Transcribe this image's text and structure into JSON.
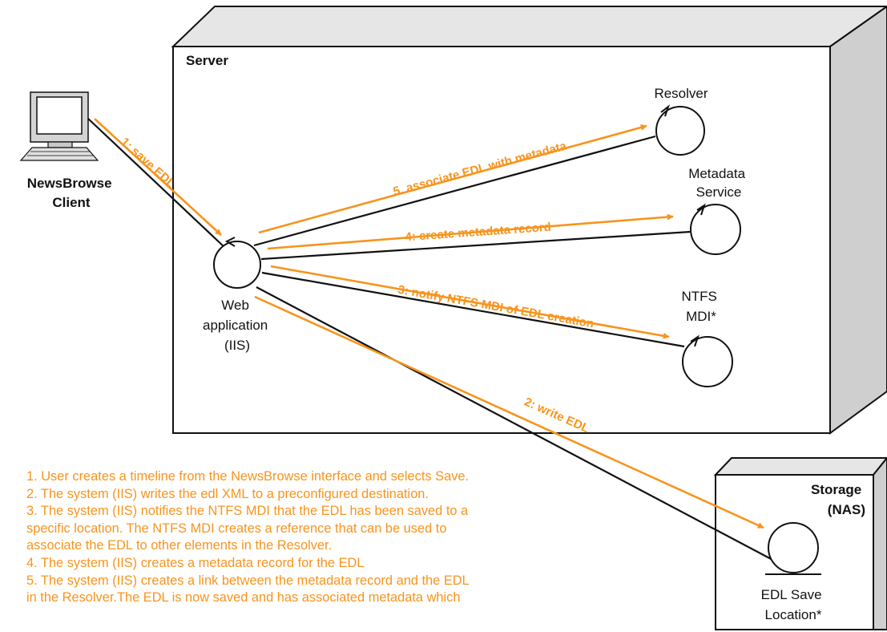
{
  "colors": {
    "accent": "#f7941d",
    "box_front": "#ffffff",
    "box_side": "#cfcfcf",
    "box_top": "#e6e6e6",
    "line": "#111111"
  },
  "containers": {
    "server": "Server",
    "storage": [
      "Storage",
      "(NAS)"
    ]
  },
  "nodes": {
    "client": [
      "NewsBrowse",
      "Client"
    ],
    "web_app": [
      "Web",
      "application",
      "(IIS)"
    ],
    "resolver": [
      "Resolver"
    ],
    "metadata_service": [
      "Metadata",
      "Service"
    ],
    "ntfs_mdi": [
      "NTFS",
      "MDI*"
    ],
    "edl_save": [
      "EDL Save",
      "Location*"
    ]
  },
  "messages": {
    "m1": "1: save EDL",
    "m2": "2: write EDL",
    "m3": "3: notify NTFS MDI of EDL creation",
    "m4": "4: create metadata record",
    "m5": "5. associate EDL with metadata"
  },
  "icons": {
    "client": "desktop-computer-icon",
    "nodes": "control-circle-icon",
    "storage_node": "entity-circle-icon"
  },
  "notes": [
    "1. User creates a timeline from the NewsBrowse interface and selects Save.",
    "2. The system (IIS) writes the edl XML to a preconfigured destination.",
    "3. The system (IIS) notifies the NTFS MDI that the EDL has been saved to a",
    "specific location. The NTFS MDI creates a reference that can be used to",
    "associate the EDL to other elements in the Resolver.",
    "4. The system (IIS) creates a metadata record for the EDL",
    "5. The system (IIS) creates a link between the metadata record and the EDL",
    "in the Resolver.The EDL is now saved and has associated metadata which"
  ]
}
